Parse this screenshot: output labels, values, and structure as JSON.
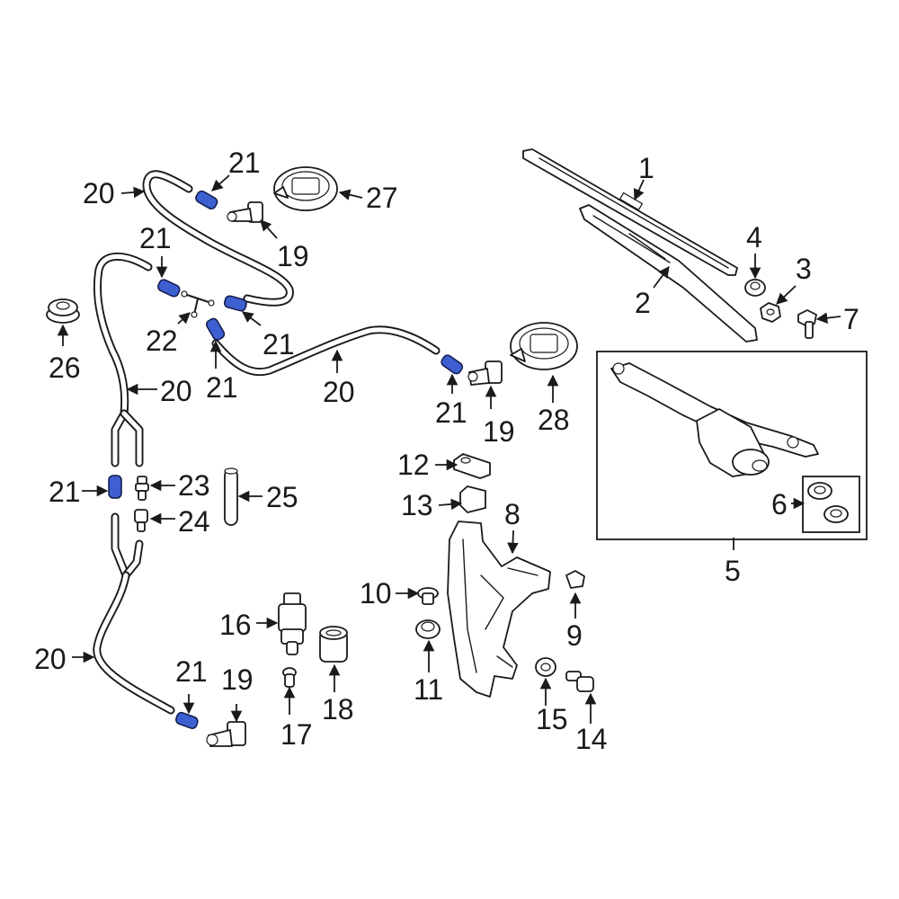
{
  "callouts": {
    "c1": "1",
    "c2": "2",
    "c3": "3",
    "c4": "4",
    "c5": "5",
    "c6": "6",
    "c7": "7",
    "c8": "8",
    "c9": "9",
    "c10": "10",
    "c11": "11",
    "c12": "12",
    "c13": "13",
    "c14": "14",
    "c15": "15",
    "c16": "16",
    "c17": "17",
    "c18": "18",
    "c19a": "19",
    "c19b": "19",
    "c19c": "19",
    "c20a": "20",
    "c20b": "20",
    "c20c": "20",
    "c20d": "20",
    "c21a": "21",
    "c21b": "21",
    "c21c": "21",
    "c21d": "21",
    "c21e": "21",
    "c21f": "21",
    "c21g": "21",
    "c22": "22",
    "c23": "23",
    "c24": "24",
    "c25": "25",
    "c26": "26",
    "c27": "27",
    "c28": "28"
  },
  "colors": {
    "highlight": "#3d5fd0",
    "line": "#1a1a1a",
    "background": "#ffffff"
  },
  "icons": [
    "wiper-blade-icon",
    "wiper-arm-icon",
    "wiper-linkage-icon",
    "washer-reservoir-icon",
    "washer-pump-icon",
    "washer-nozzle-icon",
    "hose-icon",
    "connector-icon"
  ]
}
